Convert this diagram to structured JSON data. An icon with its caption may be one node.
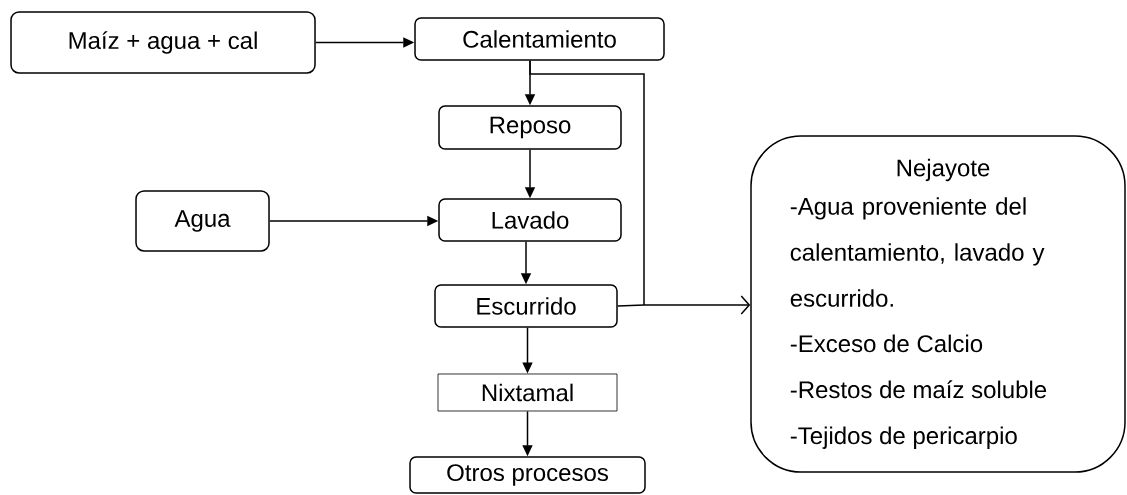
{
  "diagram": {
    "nodes": [
      {
        "text": [
          "Maíz + agua + cal"
        ]
      },
      {
        "text": [
          "Calentamiento"
        ]
      },
      {
        "text": [
          "Reposo"
        ]
      },
      {
        "text": [
          "Agua"
        ]
      },
      {
        "text": [
          "Lavado"
        ]
      },
      {
        "text": [
          "Escurrido"
        ]
      },
      {
        "text": [
          "Nixtamal"
        ]
      },
      {
        "text": [
          "Otros procesos"
        ]
      },
      {
        "text": [
          "Nejayote",
          "-Agua proveniente del calentamiento, lavado y escurrido.",
          "-Exceso de Calcio",
          "-Restos de maíz soluble",
          "-Tejidos de pericarpio"
        ]
      }
    ],
    "edges": [
      {
        "from": 0,
        "to": 1,
        "arrow": "to"
      },
      {
        "from": 1,
        "to": 2,
        "arrow": "to"
      },
      {
        "from": 2,
        "to": 4,
        "arrow": "to"
      },
      {
        "from": 3,
        "to": 4,
        "arrow": "to"
      },
      {
        "from": 4,
        "to": 5,
        "arrow": "to"
      },
      {
        "from": 5,
        "to": 6,
        "arrow": "to"
      },
      {
        "from": 6,
        "to": 7,
        "arrow": "to"
      },
      {
        "from": 1,
        "to": 8,
        "arrow": "to"
      },
      {
        "from": 5,
        "to": 8,
        "arrow": "to"
      }
    ]
  }
}
